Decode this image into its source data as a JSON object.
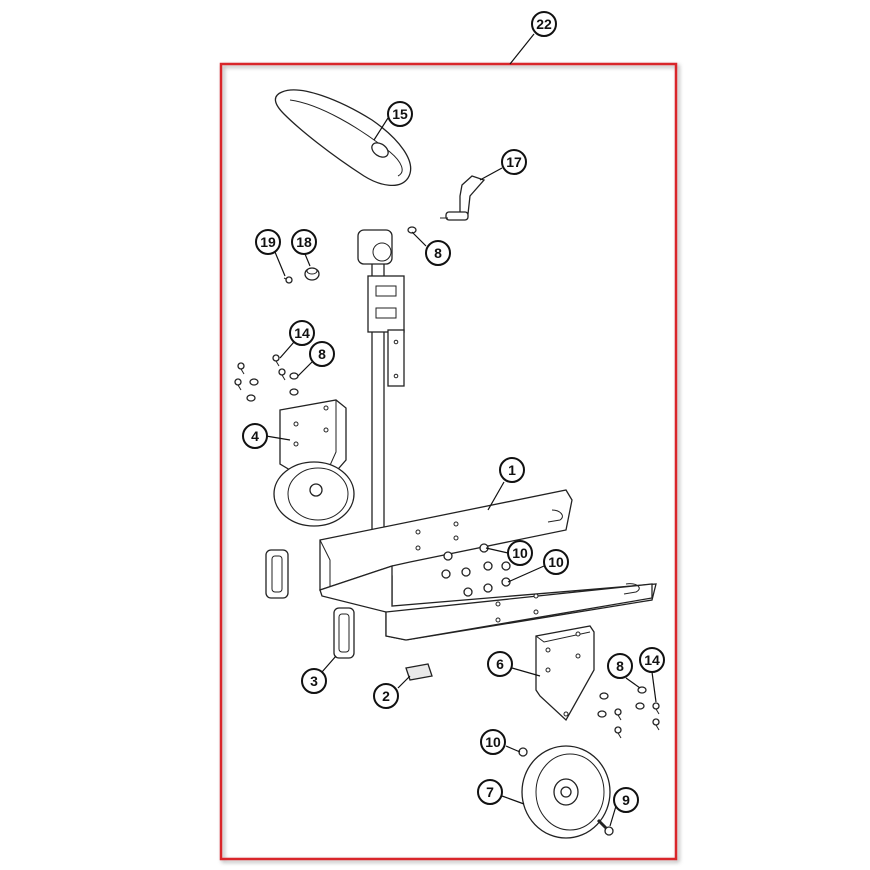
{
  "colors": {
    "frame": "#d9262b",
    "line": "#222222",
    "part_fill": "#ffffff",
    "shade": "#e9e9e9"
  },
  "callouts": {
    "c22": "22",
    "c15": "15",
    "c17": "17",
    "c8_top": "8",
    "c19": "19",
    "c18": "18",
    "c14_left": "14",
    "c8_left": "8",
    "c4": "4",
    "c1": "1",
    "c10_a": "10",
    "c10_b": "10",
    "c3": "3",
    "c2": "2",
    "c6": "6",
    "c8_right": "8",
    "c14_right": "14",
    "c10_c": "10",
    "c7": "7",
    "c9": "9"
  }
}
